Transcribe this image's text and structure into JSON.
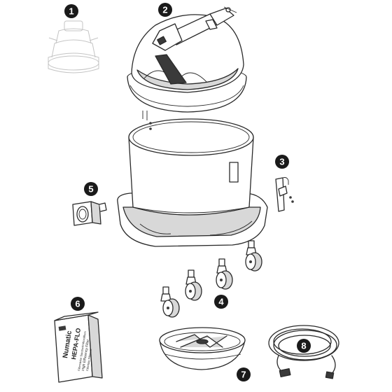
{
  "callouts": [
    {
      "id": "1",
      "label": "1"
    },
    {
      "id": "2",
      "label": "2"
    },
    {
      "id": "3",
      "label": "3"
    },
    {
      "id": "4",
      "label": "4"
    },
    {
      "id": "5",
      "label": "5"
    },
    {
      "id": "6",
      "label": "6"
    },
    {
      "id": "7",
      "label": "7"
    },
    {
      "id": "8",
      "label": "8"
    }
  ],
  "bag": {
    "brand_line1": "Numatic",
    "brand_line2": "HEPA-FLO",
    "small_text": "Filtersäcke Sacchetti Microfilters",
    "product": "High Efficiency Filter",
    "fine_print": "Filtertüte Filtresac"
  }
}
